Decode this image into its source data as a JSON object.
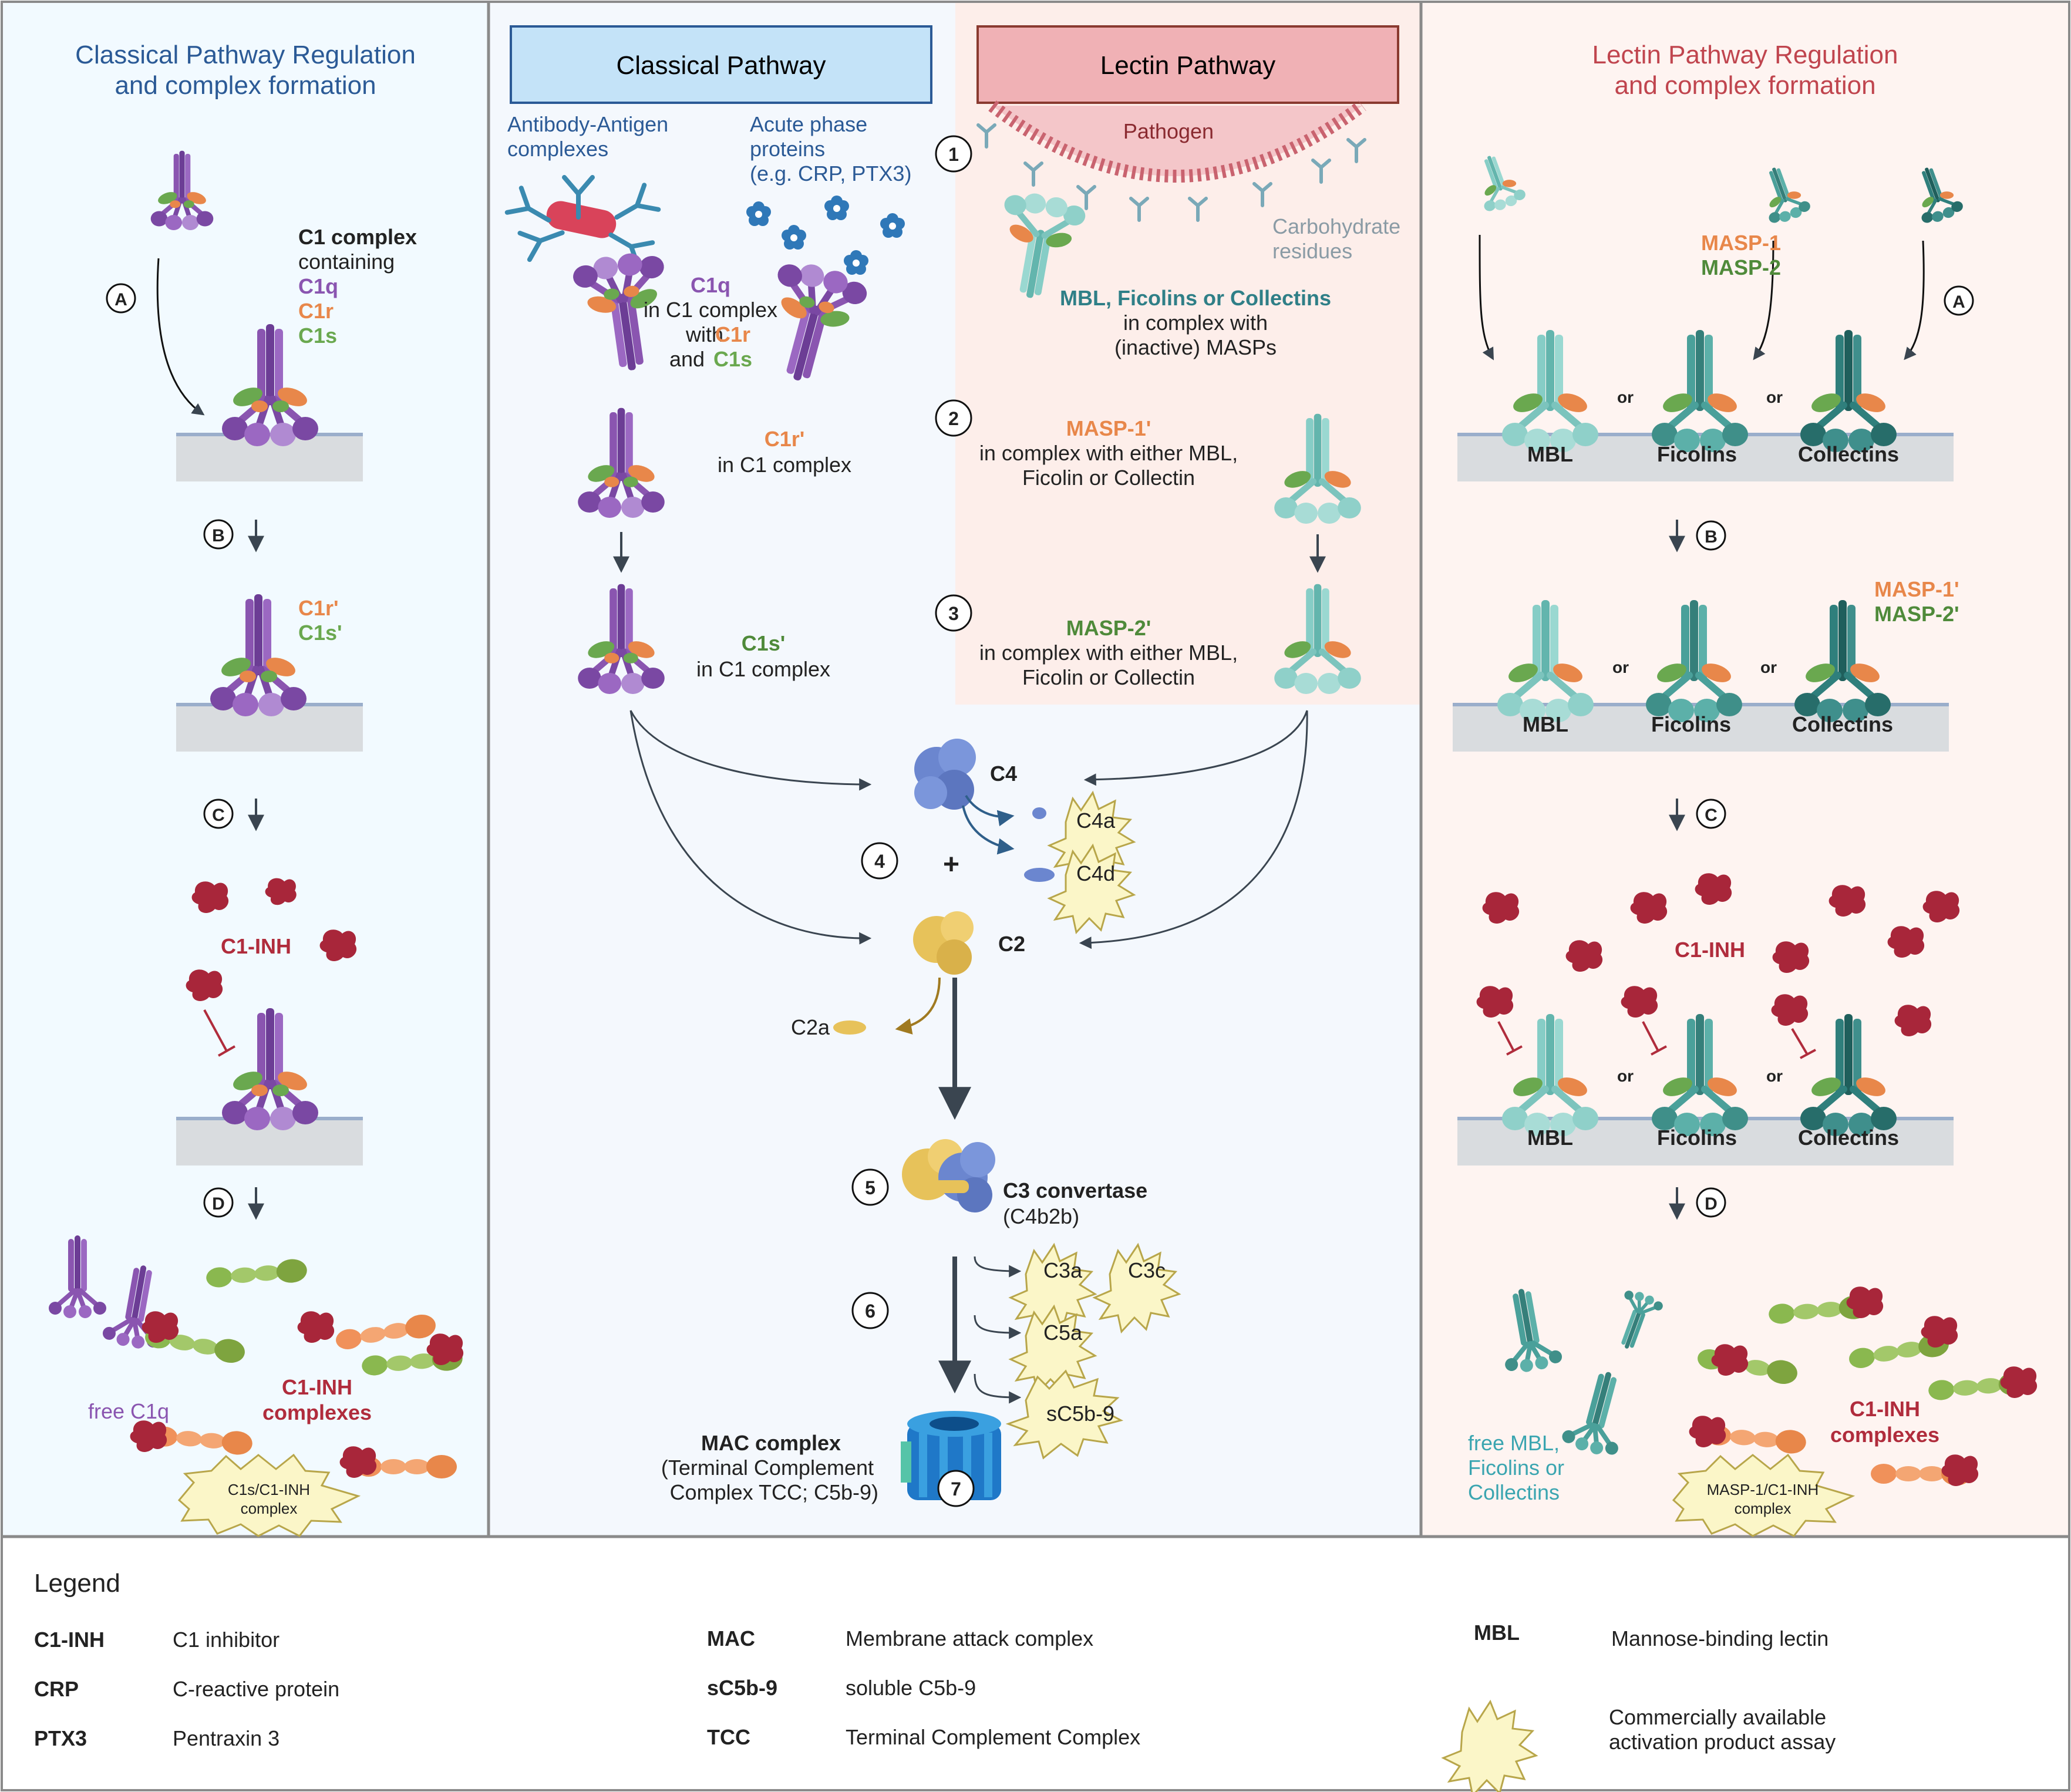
{
  "left_panel": {
    "title_line1": "Classical Pathway Regulation",
    "title_line2": "and complex formation",
    "c1_complex_line1": "C1 complex",
    "c1_complex_line2": "containing",
    "c1q": "C1q",
    "c1r": "C1r",
    "c1s": "C1s",
    "c1r_active": "C1r'",
    "c1s_active": "C1s'",
    "c1_inh": "C1-INH",
    "free_c1q": "free C1q",
    "c1_inh_complexes_line1": "C1-INH",
    "c1_inh_complexes_line2": "complexes",
    "assay_line1": "C1s/C1-INH",
    "assay_line2": "complex",
    "steps": [
      "A",
      "B",
      "C",
      "D"
    ]
  },
  "center": {
    "classical_header": "Classical Pathway",
    "lectin_header": "Lectin Pathway",
    "ab_ag_line1": "Antibody-Antigen",
    "ab_ag_line2": "complexes",
    "acute_line1": "Acute phase",
    "acute_line2": "proteins",
    "acute_line3": "(e.g. CRP, PTX3)",
    "c1q_label": "C1q",
    "in_c1_complex": "in C1 complex",
    "with": "with",
    "c1r": "C1r",
    "and": "and",
    "c1s": "C1s",
    "c1r_active": "C1r'",
    "c1s_active": "C1s'",
    "pathogen": "Pathogen",
    "carb_line1": "Carbohydrate",
    "carb_line2": "residues",
    "mbl_line1": "MBL, Ficolins or Collectins",
    "mbl_line2": "in complex with",
    "mbl_line3": "(inactive) MASPs",
    "masp1_active": "MASP-1'",
    "masp1_line2": "in complex with either MBL,",
    "masp1_line3": "Ficolin or Collectin",
    "masp2_active": "MASP-2'",
    "masp2_line2": "in  complex with either MBL,",
    "masp2_line3": "Ficolin or Collectin",
    "c4": "C4",
    "c4a": "C4a",
    "c4d": "C4d",
    "plus": "+",
    "c2": "C2",
    "c2a": "C2a",
    "c3_convertase": "C3 convertase",
    "c3_convertase_sub": "(C4b2b)",
    "c3a": "C3a",
    "c3c": "C3c",
    "c5a": "C5a",
    "sc5b9": "sC5b-9",
    "mac_line1": "MAC complex",
    "mac_line2": "(Terminal Complement",
    "mac_line3": "Complex TCC; C5b-9)",
    "numbers": [
      "1",
      "2",
      "3",
      "4",
      "5",
      "6",
      "7"
    ]
  },
  "right_panel": {
    "title_line1": "Lectin Pathway Regulation",
    "title_line2": "and complex formation",
    "masp1": "MASP-1",
    "masp2": "MASP-2",
    "masp1_active": "MASP-1'",
    "masp2_active": "MASP-2'",
    "mbl": "MBL",
    "ficolins": "Ficolins",
    "collectins": "Collectins",
    "or": "or",
    "c1_inh": "C1-INH",
    "free_line1": "free MBL,",
    "free_line2": "Ficolins or",
    "free_line3": "Collectins",
    "c1_inh_complexes_line1": "C1-INH",
    "c1_inh_complexes_line2": "complexes",
    "assay_line1": "MASP-1/C1-INH",
    "assay_line2": "complex",
    "steps": [
      "A",
      "B",
      "C",
      "D"
    ]
  },
  "legend": {
    "title": "Legend",
    "entries": [
      {
        "abbr": "C1-INH",
        "full": "C1 inhibitor"
      },
      {
        "abbr": "CRP",
        "full": "C-reactive protein"
      },
      {
        "abbr": "PTX3",
        "full": "Pentraxin 3"
      },
      {
        "abbr": "MAC",
        "full": "Membrane attack complex"
      },
      {
        "abbr": "sC5b-9",
        "full": "soluble C5b-9"
      },
      {
        "abbr": "TCC",
        "full": "Terminal Complement Complex"
      },
      {
        "abbr": "MBL",
        "full": "Mannose-binding lectin"
      }
    ],
    "assay_line1": "Commercially available",
    "assay_line2": "activation product assay"
  },
  "colors": {
    "classical_blue": "#2b5a96",
    "lectin_red": "#c0454e",
    "c1q_purple": "#8a55b0",
    "c1r_orange": "#e8874a",
    "c1s_green": "#6aa84f",
    "c1inh_red": "#b02c3c",
    "mbl_teal": "#4aa09a",
    "c4_blue": "#6b86cf",
    "c2_yellow": "#e7c25a",
    "masp2_green": "#3f7d3f",
    "legend_dark": "#222222"
  }
}
